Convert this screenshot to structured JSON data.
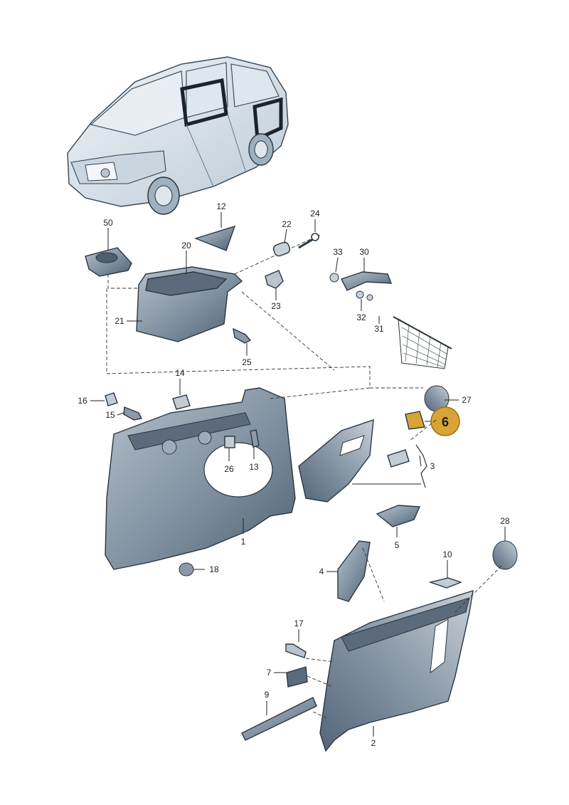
{
  "callouts": {
    "p1": "1",
    "p2": "2",
    "p3": "3",
    "p4": "4",
    "p5": "5",
    "p6": "6",
    "p7": "7",
    "p9": "9",
    "p10": "10",
    "p12": "12",
    "p13": "13",
    "p14": "14",
    "p15": "15",
    "p16": "16",
    "p17": "17",
    "p18": "18",
    "p20": "20",
    "p21": "21",
    "p22": "22",
    "p23": "23",
    "p24": "24",
    "p25": "25",
    "p26": "26",
    "p27": "27",
    "p28": "28",
    "p30": "30",
    "p31": "31",
    "p32": "32",
    "p33": "33",
    "p50": "50"
  },
  "colors": {
    "part_fill": "#8a9aa9",
    "part_fill_dark": "#5e6e7d",
    "part_fill_light": "#c3ccd5",
    "vehicle_fill": "#d7e3ec",
    "highlight_fill": "#d8a435",
    "highlight_stroke": "#9a7320",
    "line": "#222222"
  },
  "icons": {
    "vehicle": "van-illustration",
    "highlight": "highlight-badge"
  }
}
